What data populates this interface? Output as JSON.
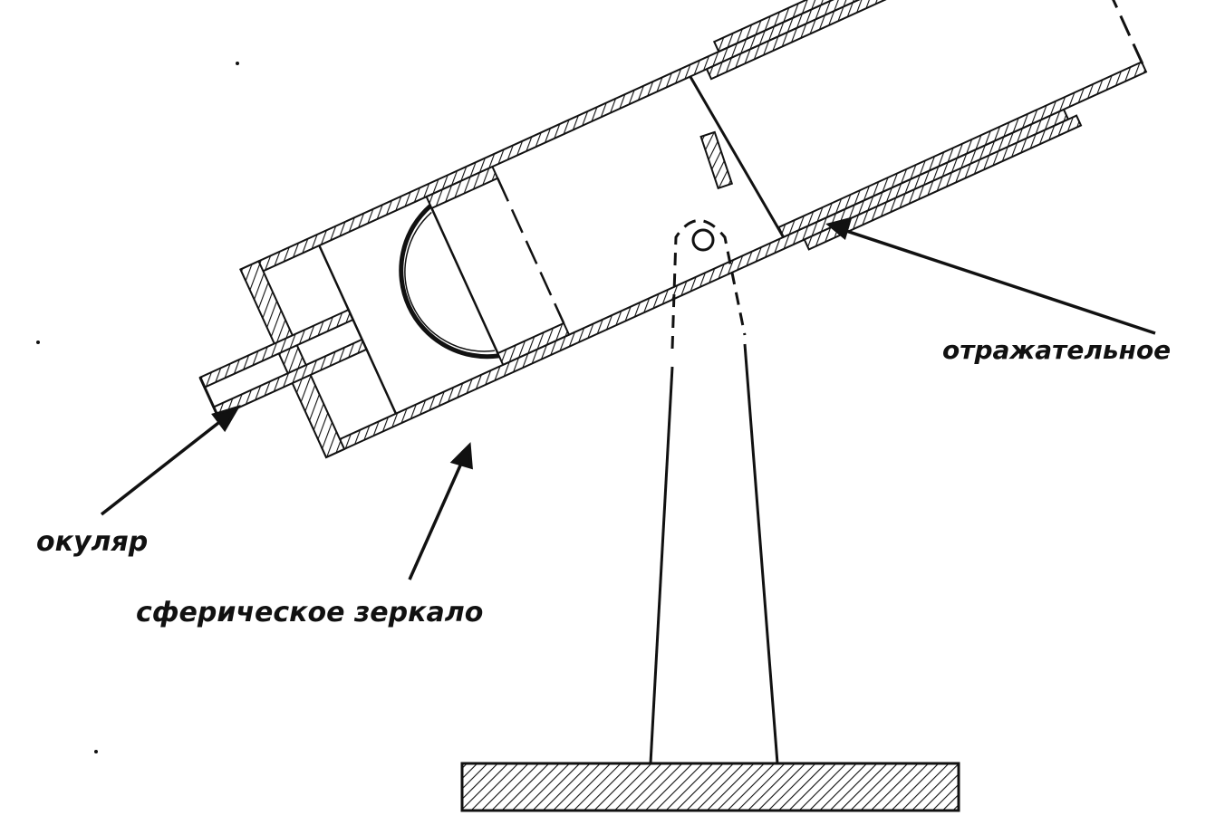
{
  "labels": {
    "eyepiece": "окуляр",
    "spherical_mirror": "сферическое зеркало",
    "reflecting": "отражательное"
  },
  "colors": {
    "ink": "#111111",
    "paper": "#ffffff"
  }
}
